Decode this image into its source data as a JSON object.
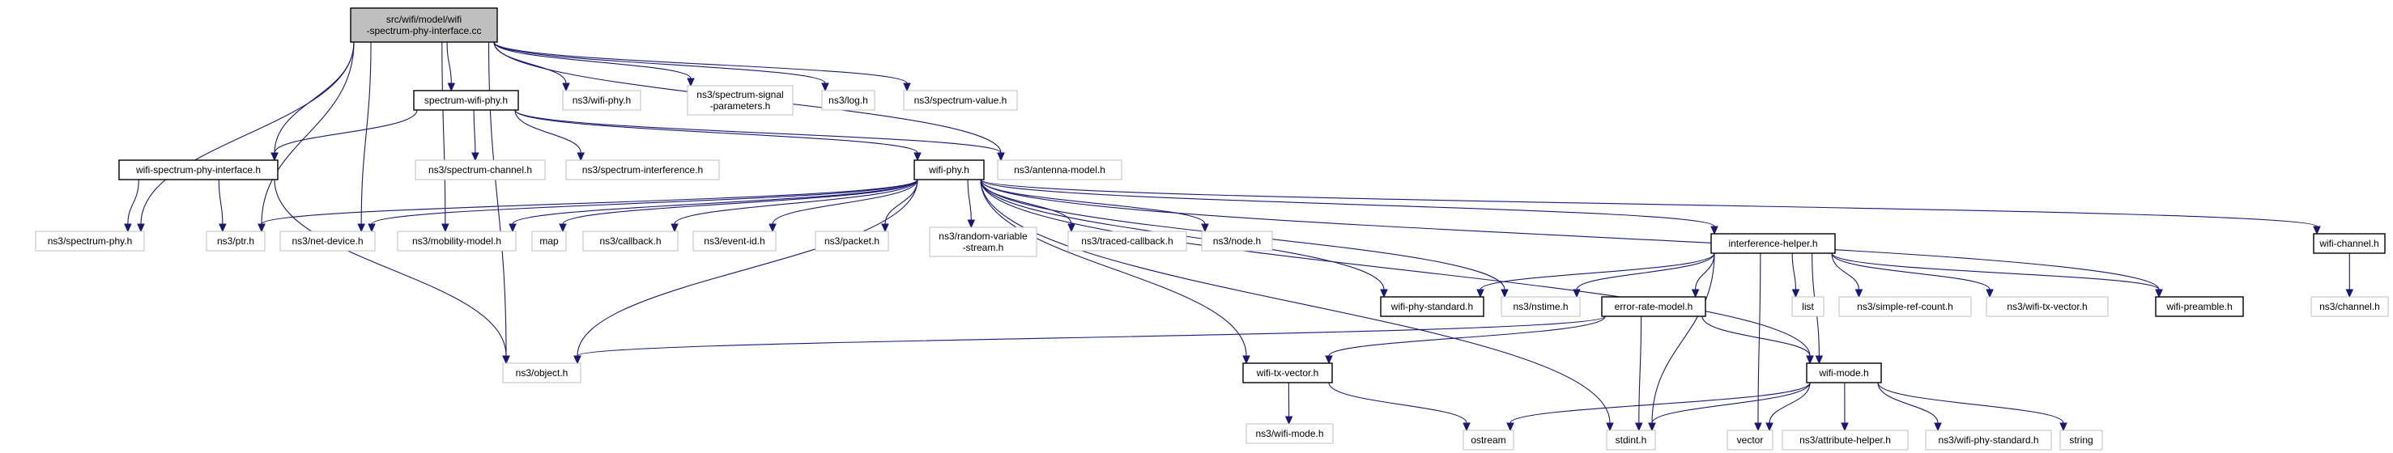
{
  "diagram": {
    "type": "include-dependency-graph",
    "colors": {
      "edge": "#191970",
      "root_fill": "#bfbfbf",
      "local_border": "#000000",
      "external_border": "#bfbfbf",
      "text": "#000000"
    },
    "nodes": [
      {
        "id": "root",
        "kind": "root",
        "lines": [
          "src/wifi/model/wifi",
          "-spectrum-phy-interface.cc"
        ]
      },
      {
        "id": "spectrum-wifi-phy",
        "kind": "local",
        "lines": [
          "spectrum-wifi-phy.h"
        ]
      },
      {
        "id": "wifi-phy-ns3",
        "kind": "external",
        "lines": [
          "ns3/wifi-phy.h"
        ]
      },
      {
        "id": "spectrum-signal-parameters",
        "kind": "external",
        "lines": [
          "ns3/spectrum-signal",
          "-parameters.h"
        ]
      },
      {
        "id": "log",
        "kind": "external",
        "lines": [
          "ns3/log.h"
        ]
      },
      {
        "id": "spectrum-value",
        "kind": "external",
        "lines": [
          "ns3/spectrum-value.h"
        ]
      },
      {
        "id": "wifi-spectrum-phy-interface",
        "kind": "local",
        "lines": [
          "wifi-spectrum-phy-interface.h"
        ]
      },
      {
        "id": "spectrum-channel",
        "kind": "external",
        "lines": [
          "ns3/spectrum-channel.h"
        ]
      },
      {
        "id": "spectrum-interference",
        "kind": "external",
        "lines": [
          "ns3/spectrum-interference.h"
        ]
      },
      {
        "id": "wifi-phy",
        "kind": "local",
        "lines": [
          "wifi-phy.h"
        ]
      },
      {
        "id": "antenna-model",
        "kind": "external",
        "lines": [
          "ns3/antenna-model.h"
        ]
      },
      {
        "id": "spectrum-phy",
        "kind": "external",
        "lines": [
          "ns3/spectrum-phy.h"
        ]
      },
      {
        "id": "ptr",
        "kind": "external",
        "lines": [
          "ns3/ptr.h"
        ]
      },
      {
        "id": "net-device",
        "kind": "external",
        "lines": [
          "ns3/net-device.h"
        ]
      },
      {
        "id": "mobility-model",
        "kind": "external",
        "lines": [
          "ns3/mobility-model.h"
        ]
      },
      {
        "id": "map",
        "kind": "external",
        "lines": [
          "map"
        ]
      },
      {
        "id": "callback",
        "kind": "external",
        "lines": [
          "ns3/callback.h"
        ]
      },
      {
        "id": "event-id",
        "kind": "external",
        "lines": [
          "ns3/event-id.h"
        ]
      },
      {
        "id": "packet",
        "kind": "external",
        "lines": [
          "ns3/packet.h"
        ]
      },
      {
        "id": "random-variable-stream",
        "kind": "external",
        "lines": [
          "ns3/random-variable",
          "-stream.h"
        ]
      },
      {
        "id": "traced-callback",
        "kind": "external",
        "lines": [
          "ns3/traced-callback.h"
        ]
      },
      {
        "id": "node",
        "kind": "external",
        "lines": [
          "ns3/node.h"
        ]
      },
      {
        "id": "interference-helper",
        "kind": "local",
        "lines": [
          "interference-helper.h"
        ]
      },
      {
        "id": "wifi-channel",
        "kind": "local",
        "lines": [
          "wifi-channel.h"
        ]
      },
      {
        "id": "wifi-phy-standard",
        "kind": "local",
        "lines": [
          "wifi-phy-standard.h"
        ]
      },
      {
        "id": "nstime",
        "kind": "external",
        "lines": [
          "ns3/nstime.h"
        ]
      },
      {
        "id": "error-rate-model",
        "kind": "local",
        "lines": [
          "error-rate-model.h"
        ]
      },
      {
        "id": "list",
        "kind": "external",
        "lines": [
          "list"
        ]
      },
      {
        "id": "simple-ref-count",
        "kind": "external",
        "lines": [
          "ns3/simple-ref-count.h"
        ]
      },
      {
        "id": "wifi-tx-vector-ns3",
        "kind": "external",
        "lines": [
          "ns3/wifi-tx-vector.h"
        ]
      },
      {
        "id": "wifi-preamble",
        "kind": "local",
        "lines": [
          "wifi-preamble.h"
        ]
      },
      {
        "id": "channel",
        "kind": "external",
        "lines": [
          "ns3/channel.h"
        ]
      },
      {
        "id": "object",
        "kind": "external",
        "lines": [
          "ns3/object.h"
        ]
      },
      {
        "id": "wifi-tx-vector",
        "kind": "local",
        "lines": [
          "wifi-tx-vector.h"
        ]
      },
      {
        "id": "wifi-mode",
        "kind": "local",
        "lines": [
          "wifi-mode.h"
        ]
      },
      {
        "id": "wifi-mode-ns3",
        "kind": "external",
        "lines": [
          "ns3/wifi-mode.h"
        ]
      },
      {
        "id": "ostream",
        "kind": "external",
        "lines": [
          "ostream"
        ]
      },
      {
        "id": "stdint",
        "kind": "external",
        "lines": [
          "stdint.h"
        ]
      },
      {
        "id": "vector",
        "kind": "external",
        "lines": [
          "vector"
        ]
      },
      {
        "id": "attribute-helper",
        "kind": "external",
        "lines": [
          "ns3/attribute-helper.h"
        ]
      },
      {
        "id": "wifi-phy-standard-ns3",
        "kind": "external",
        "lines": [
          "ns3/wifi-phy-standard.h"
        ]
      },
      {
        "id": "string",
        "kind": "external",
        "lines": [
          "string"
        ]
      }
    ],
    "edges": [
      [
        "root",
        "spectrum-wifi-phy"
      ],
      [
        "root",
        "wifi-phy-ns3"
      ],
      [
        "root",
        "spectrum-signal-parameters"
      ],
      [
        "root",
        "log"
      ],
      [
        "root",
        "spectrum-value"
      ],
      [
        "root",
        "wifi-spectrum-phy-interface"
      ],
      [
        "root",
        "antenna-model"
      ],
      [
        "root",
        "spectrum-phy"
      ],
      [
        "root",
        "ptr"
      ],
      [
        "root",
        "net-device"
      ],
      [
        "root",
        "mobility-model"
      ],
      [
        "root",
        "object"
      ],
      [
        "spectrum-wifi-phy",
        "wifi-spectrum-phy-interface"
      ],
      [
        "spectrum-wifi-phy",
        "spectrum-channel"
      ],
      [
        "spectrum-wifi-phy",
        "spectrum-interference"
      ],
      [
        "spectrum-wifi-phy",
        "wifi-phy"
      ],
      [
        "spectrum-wifi-phy",
        "antenna-model"
      ],
      [
        "wifi-spectrum-phy-interface",
        "spectrum-phy"
      ],
      [
        "wifi-spectrum-phy-interface",
        "ptr"
      ],
      [
        "wifi-spectrum-phy-interface",
        "object"
      ],
      [
        "wifi-phy",
        "ptr"
      ],
      [
        "wifi-phy",
        "net-device"
      ],
      [
        "wifi-phy",
        "mobility-model"
      ],
      [
        "wifi-phy",
        "map"
      ],
      [
        "wifi-phy",
        "callback"
      ],
      [
        "wifi-phy",
        "event-id"
      ],
      [
        "wifi-phy",
        "packet"
      ],
      [
        "wifi-phy",
        "random-variable-stream"
      ],
      [
        "wifi-phy",
        "traced-callback"
      ],
      [
        "wifi-phy",
        "node"
      ],
      [
        "wifi-phy",
        "interference-helper"
      ],
      [
        "wifi-phy",
        "wifi-channel"
      ],
      [
        "wifi-phy",
        "wifi-phy-standard"
      ],
      [
        "wifi-phy",
        "nstime"
      ],
      [
        "wifi-phy",
        "wifi-preamble"
      ],
      [
        "wifi-phy",
        "wifi-mode"
      ],
      [
        "wifi-phy",
        "wifi-tx-vector"
      ],
      [
        "wifi-phy",
        "stdint"
      ],
      [
        "wifi-phy",
        "object"
      ],
      [
        "interference-helper",
        "wifi-phy-standard"
      ],
      [
        "interference-helper",
        "nstime"
      ],
      [
        "interference-helper",
        "error-rate-model"
      ],
      [
        "interference-helper",
        "list"
      ],
      [
        "interference-helper",
        "simple-ref-count"
      ],
      [
        "interference-helper",
        "wifi-tx-vector-ns3"
      ],
      [
        "interference-helper",
        "wifi-preamble"
      ],
      [
        "interference-helper",
        "wifi-mode"
      ],
      [
        "interference-helper",
        "stdint"
      ],
      [
        "interference-helper",
        "vector"
      ],
      [
        "wifi-channel",
        "channel"
      ],
      [
        "error-rate-model",
        "object"
      ],
      [
        "error-rate-model",
        "wifi-tx-vector"
      ],
      [
        "error-rate-model",
        "wifi-mode"
      ],
      [
        "error-rate-model",
        "stdint"
      ],
      [
        "wifi-tx-vector",
        "wifi-mode-ns3"
      ],
      [
        "wifi-tx-vector",
        "ostream"
      ],
      [
        "wifi-mode",
        "ostream"
      ],
      [
        "wifi-mode",
        "stdint"
      ],
      [
        "wifi-mode",
        "vector"
      ],
      [
        "wifi-mode",
        "attribute-helper"
      ],
      [
        "wifi-mode",
        "wifi-phy-standard-ns3"
      ],
      [
        "wifi-mode",
        "string"
      ]
    ]
  }
}
